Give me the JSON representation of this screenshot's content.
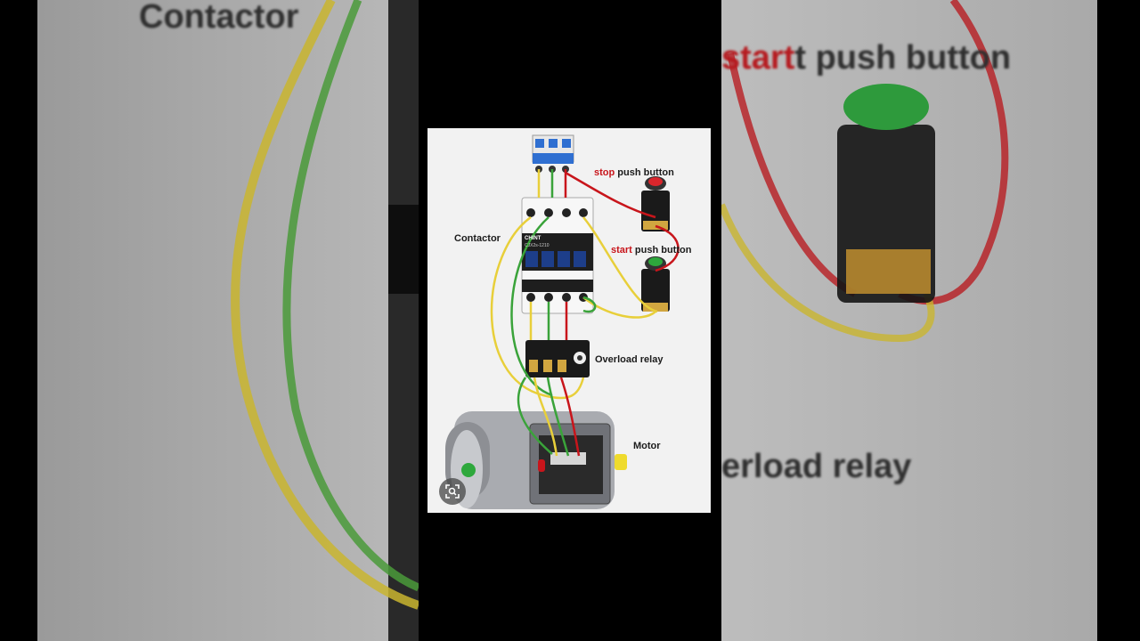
{
  "background": {
    "left_fragments": {
      "contactor": "Contactor"
    },
    "right_fragments": {
      "start_prefix": "start",
      "push_button_suffix": "t push button",
      "overload_fragment": "erload relay"
    }
  },
  "diagram": {
    "labels": {
      "contactor": "Contactor",
      "stop_word": "stop",
      "stop_rest": " push button",
      "start_word": "start",
      "start_rest": " push button",
      "overload": "Overload relay",
      "motor": "Motor"
    },
    "brand": {
      "name": "CHINT",
      "model": "CJX2s-1210"
    }
  },
  "icons": {
    "lens": "visual-search-icon"
  },
  "colors": {
    "wire_yellow": "#e8cf3a",
    "wire_green": "#3aa33a",
    "wire_red": "#c8151b",
    "breaker_blue": "#2f6fd1"
  }
}
